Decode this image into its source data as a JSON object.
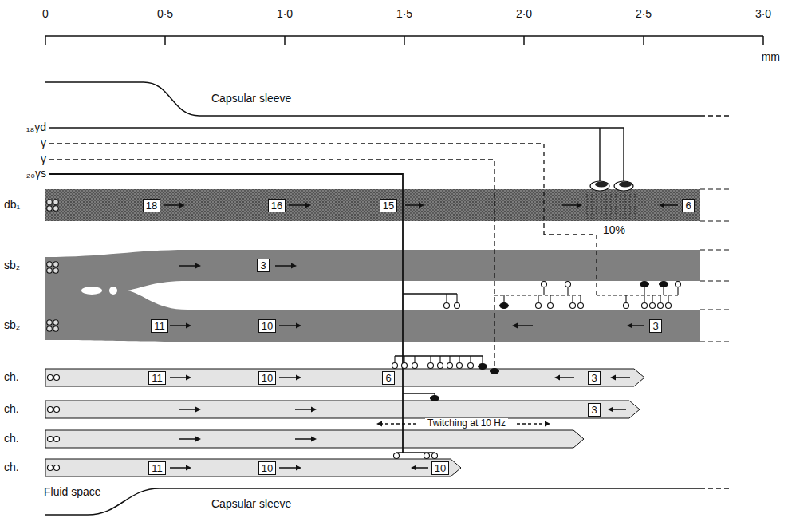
{
  "diagram": {
    "nodes": [
      {
        "text": [
          "db₁",
          "18",
          "16",
          "15",
          "6"
        ]
      },
      {
        "text": [
          "sb₂",
          "3"
        ]
      },
      {
        "text": [
          "sb₂",
          "11",
          "10",
          "3"
        ]
      },
      {
        "text": [
          "ch.",
          "11",
          "10",
          "6",
          "3"
        ]
      },
      {
        "text": [
          "ch.",
          "3"
        ]
      },
      {
        "text": [
          "ch."
        ]
      },
      {
        "text": [
          "ch.",
          "11",
          "10",
          "10"
        ]
      }
    ],
    "labels": [
      "0",
      "0·5",
      "1·0",
      "1·5",
      "2·0",
      "2·5",
      "3·0",
      "mm",
      "Capsular sleeve",
      "₁₈γd",
      "γ",
      "γ",
      "₂₀γs",
      "10%",
      "Twitching at 10 Hz",
      "Fluid space",
      "Capsular sleeve"
    ]
  }
}
